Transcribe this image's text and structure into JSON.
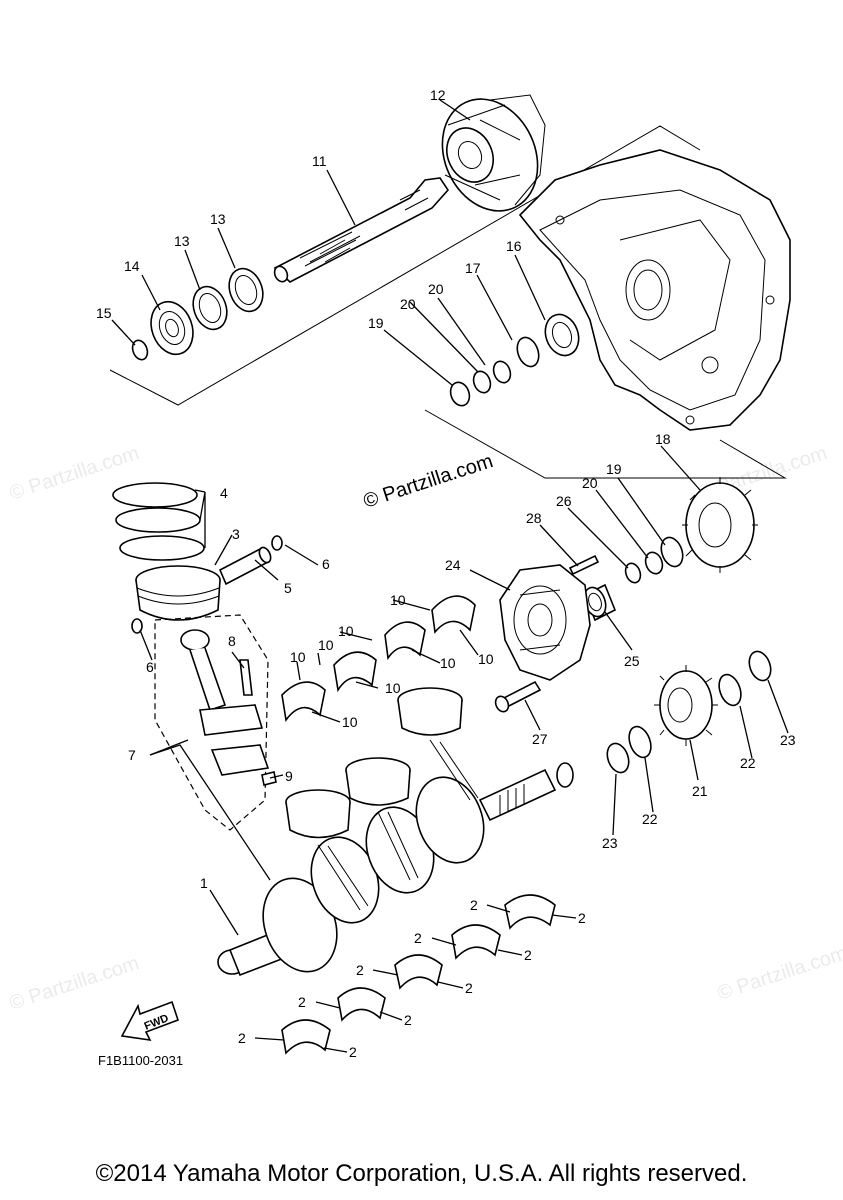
{
  "watermark_center": "© Partzilla.com",
  "watermark_tile": "© Partzilla.com",
  "fwd_label": "FWD",
  "diagram_code": "F1B1100-2031",
  "copyright": "©2014 Yamaha Motor Corporation, U.S.A. All rights reserved.",
  "callout_numbers": [
    "1",
    "2",
    "3",
    "4",
    "5",
    "6",
    "7",
    "8",
    "9",
    "10",
    "11",
    "12",
    "13",
    "14",
    "15",
    "16",
    "17",
    "18",
    "19",
    "20",
    "21",
    "22",
    "23",
    "24",
    "25",
    "26",
    "27",
    "28"
  ]
}
